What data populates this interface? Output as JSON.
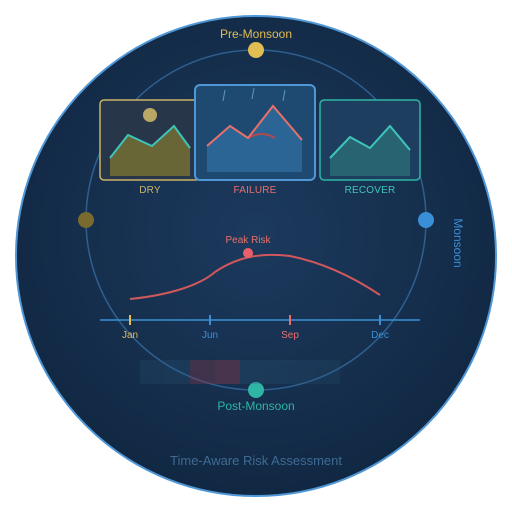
{
  "colors": {
    "background": "#15304f",
    "ring": "#4f97d6",
    "pre_monsoon": "#e2be52",
    "monsoon": "#3a8fd6",
    "post_monsoon": "#2fb5a6",
    "dry": "#c9b468",
    "failure": "#e8706a",
    "recover": "#3ec5ba",
    "timeline": "#3a8fd6",
    "risk_curve": "#d0585c",
    "footer_text": "#3e6b94"
  },
  "seasons": {
    "top": "Pre-Monsoon",
    "right": "Monsoon",
    "bottom": "Post-Monsoon"
  },
  "panels": [
    {
      "label": "DRY",
      "icon": "sun-icon",
      "color_key": "dry"
    },
    {
      "label": "FAILURE",
      "icon": "rain-icon",
      "color_key": "failure"
    },
    {
      "label": "RECOVER",
      "icon": "",
      "color_key": "recover"
    }
  ],
  "risk": {
    "peak_label": "Peak Risk"
  },
  "timeline": {
    "months": [
      {
        "label": "Jan",
        "color_key": "pre_monsoon"
      },
      {
        "label": "Jun",
        "color_key": "monsoon"
      },
      {
        "label": "Sep",
        "color_key": "failure"
      },
      {
        "label": "Dec",
        "color_key": "monsoon"
      }
    ]
  },
  "heat_strip": [
    0.15,
    0.2,
    0.55,
    0.7,
    0.25,
    0.2,
    0.15,
    0.12
  ],
  "footer": "Time-Aware Risk Assessment"
}
